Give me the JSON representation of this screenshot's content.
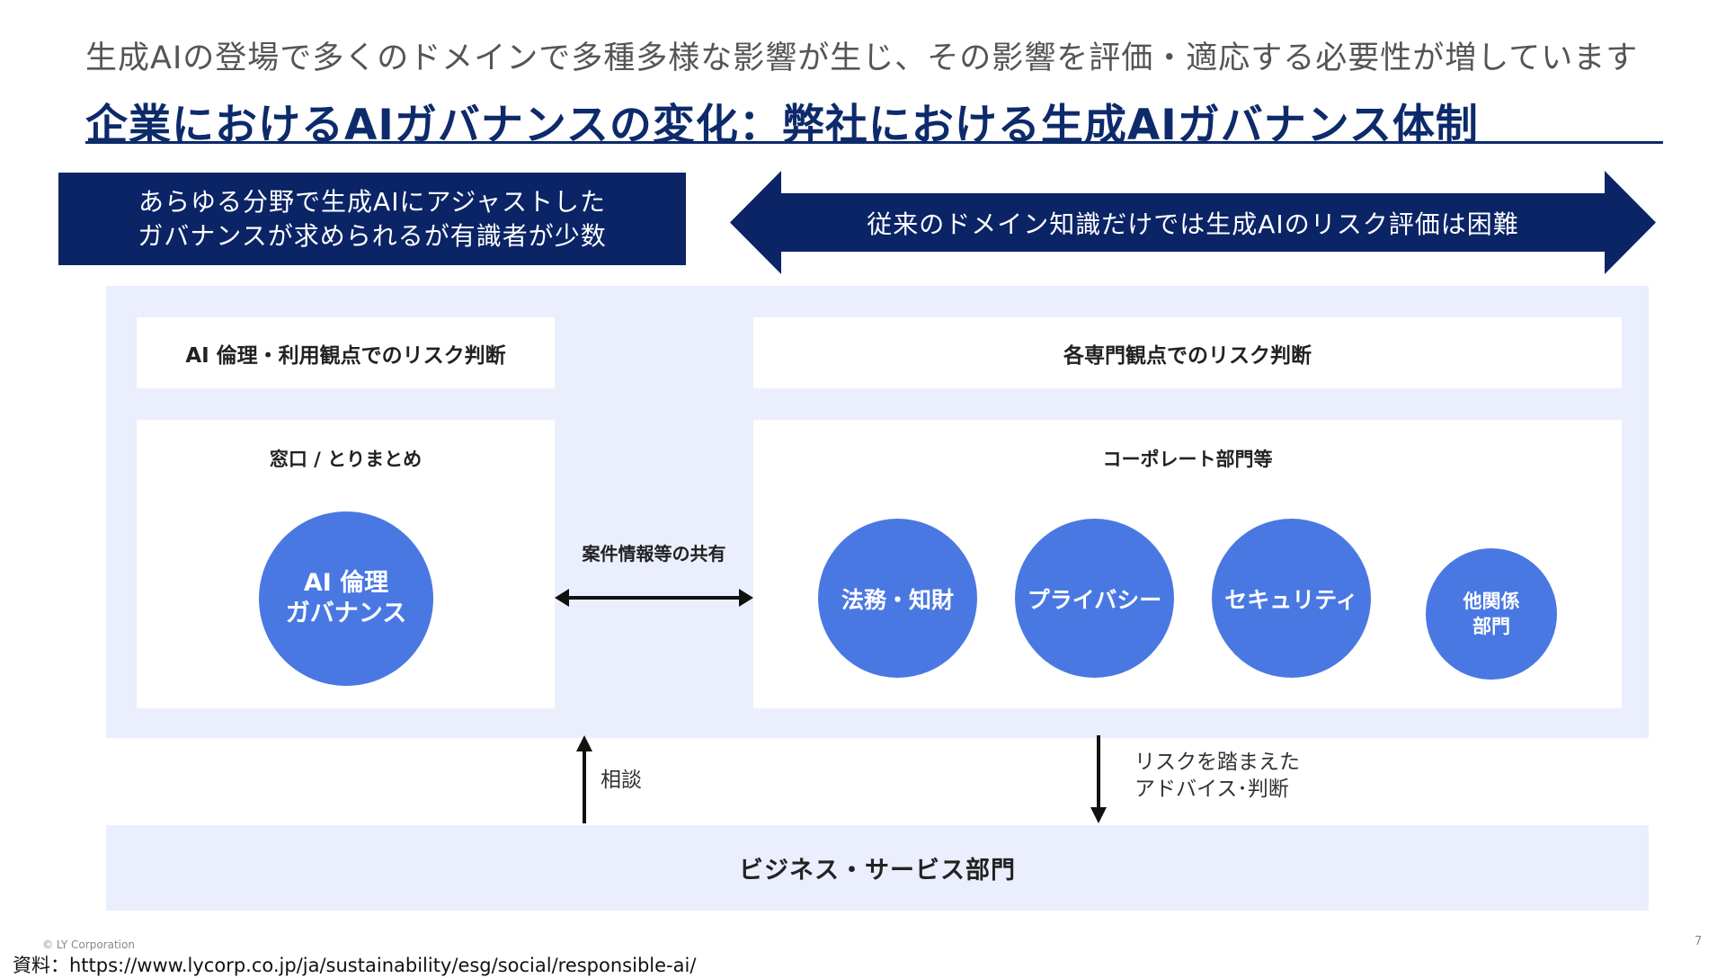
{
  "header": {
    "subtitle": "生成AIの登場で多くのドメインで多種多様な影響が生じ、その影響を評価・適応する必要性が増しています",
    "title": "企業におけるAIガバナンスの変化：弊社における生成AIガバナンス体制"
  },
  "callout": {
    "line1": "あらゆる分野で生成AIにアジャストした",
    "line2": "ガバナンスが求められるが有識者が少数"
  },
  "banner_arrow": {
    "text": "従来のドメイン知識だけでは生成AIのリスク評価は困難"
  },
  "left_column": {
    "header": "AI 倫理・利用観点でのリスク判断",
    "box_title": "窓口 / とりまとめ",
    "circle_line1": "AI 倫理",
    "circle_line2": "ガバナンス"
  },
  "right_column": {
    "header": "各専門観点でのリスク判断",
    "box_title": "コーポレート部門等",
    "circles": [
      {
        "label": "法務・知財"
      },
      {
        "label": "プライバシー"
      },
      {
        "label": "セキュリティ"
      },
      {
        "line1": "他関係",
        "line2": "部門"
      }
    ]
  },
  "connections": {
    "share": "案件情報等の共有",
    "consult": "相談",
    "advice_line1": "リスクを踏まえた",
    "advice_line2": "アドバイス･判断"
  },
  "business": {
    "label": "ビジネス・サービス部門"
  },
  "footer": {
    "copyright": "© LY Corporation",
    "page_number": "7",
    "source": "資料：https://www.lycorp.co.jp/ja/sustainability/esg/social/responsible-ai/"
  },
  "colors": {
    "navy": "#0b2466",
    "circle_blue": "#4a78e3",
    "panel_bg": "#ebeefc"
  }
}
